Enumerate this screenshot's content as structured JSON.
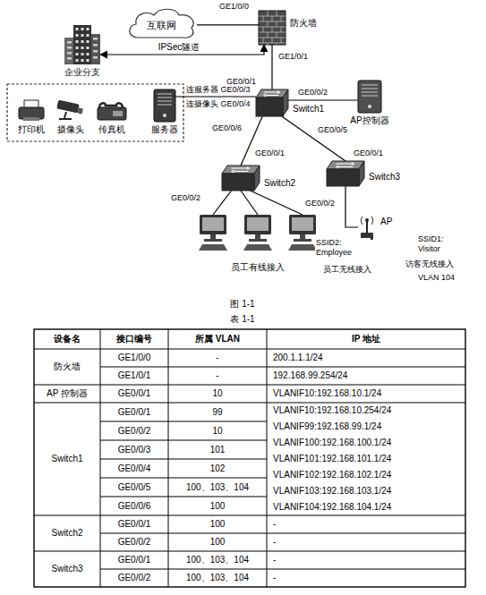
{
  "diagram": {
    "caption": "图 1-1",
    "nodes": [
      {
        "text": [
          "企业分支"
        ]
      },
      {
        "text": [
          "互联网"
        ]
      },
      {
        "text": [
          "防火墙"
        ]
      },
      {
        "text": [
          "Switch1"
        ]
      },
      {
        "text": [
          "AP控制器"
        ]
      },
      {
        "text": [
          "打印机"
        ]
      },
      {
        "text": [
          "摄像头"
        ]
      },
      {
        "text": [
          "传真机"
        ]
      },
      {
        "text": [
          "服务器"
        ]
      },
      {
        "text": [
          "Switch2"
        ]
      },
      {
        "text": [
          "员工有线接入"
        ]
      },
      {
        "text": [
          "Switch3"
        ]
      },
      {
        "text": [
          "AP"
        ]
      }
    ],
    "edges": [
      {
        "from": 1,
        "to": 2,
        "arrow": "none"
      },
      {
        "from": 0,
        "to": 2,
        "label": "IPSec隧道",
        "arrow": "both"
      },
      {
        "from": 2,
        "to": 3,
        "arrow": "none"
      },
      {
        "from": 3,
        "to": 4,
        "arrow": "none"
      },
      {
        "from": 3,
        "to": 8,
        "arrow": "none"
      },
      {
        "from": 3,
        "to": 9,
        "arrow": "none"
      },
      {
        "from": 3,
        "to": 11,
        "arrow": "none"
      },
      {
        "from": 9,
        "to": 10,
        "arrow": "none"
      },
      {
        "from": 9,
        "to": 10,
        "arrow": "none"
      },
      {
        "from": 9,
        "to": 10,
        "arrow": "none"
      },
      {
        "from": 11,
        "to": 12,
        "arrow": "none"
      }
    ],
    "labels": [
      "GE1/0/0",
      "GE1/0/1",
      "GE0/0/1",
      "GE0/0/2",
      "连服务器 GE0/0/3",
      "连摄像头 GE0/0/4",
      "GE0/0/6",
      "GE0/0/5",
      "GE0/0/1",
      "GE0/0/2",
      "GE0/0/1",
      "GE0/0/2",
      "SSID2: Employee",
      "员工无线接入",
      "SSID1: Visitor",
      "访客无线接入",
      "VLAN 104",
      "表 1-1",
      "设备名",
      "接口编号",
      "所属 VLAN",
      "IP 地址",
      "防火墙",
      "GE1/0/0",
      "-",
      "200.1.1.1/24",
      "GE1/0/1",
      "-",
      "192.168.99.254/24",
      "AP 控制器",
      "GE0/0/1",
      "10",
      "VLANIF10:192.168.10.1/24",
      "Switch1",
      "GE0/0/1",
      "99",
      "VLANIF10:192.168.10.254/24",
      "GE0/0/2",
      "10",
      "VLANIF99:192.168.99.1/24",
      "GE0/0/3",
      "101",
      "VLANIF100:192.168.100.1/24",
      "GE0/0/4",
      "102",
      "VLANIF101:192.168.101.1/24",
      "GE0/0/5",
      "100、103、104",
      "VLANIF102:192.168.102.1/24",
      "GE0/0/6",
      "100",
      "VLANIF103:192.168.103.1/24",
      "VLANIF104:192.168.104.1/24",
      "Switch2",
      "GE0/0/1",
      "100",
      "-",
      "GE0/0/2",
      "100",
      "-",
      "Switch3",
      "GE0/0/1",
      "100、103、104",
      "-",
      "GE0/0/2",
      "100、103、104",
      "-"
    ]
  }
}
